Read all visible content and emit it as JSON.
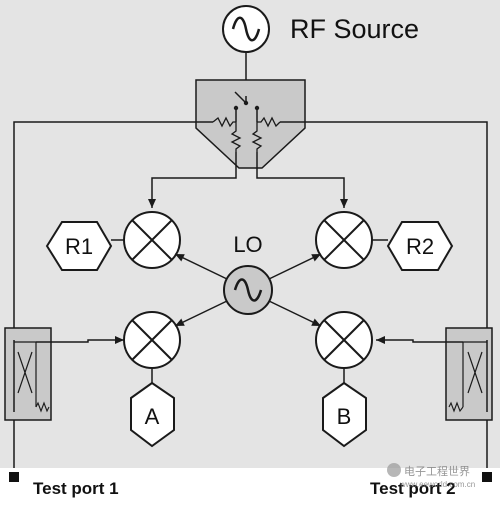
{
  "labels": {
    "rf_source": "RF Source",
    "lo": "LO",
    "r1": "R1",
    "r2": "R2",
    "a": "A",
    "b": "B",
    "test_port_1": "Test port 1",
    "test_port_2": "Test port 2"
  },
  "watermark": {
    "brand": "电子工程世界",
    "url": "www.eeworld.com.cn"
  },
  "colors": {
    "background": "#e4e4e4",
    "block_fill": "#c9c9c9",
    "line": "#1a1a1a",
    "circle_fill": "#ffffff"
  }
}
